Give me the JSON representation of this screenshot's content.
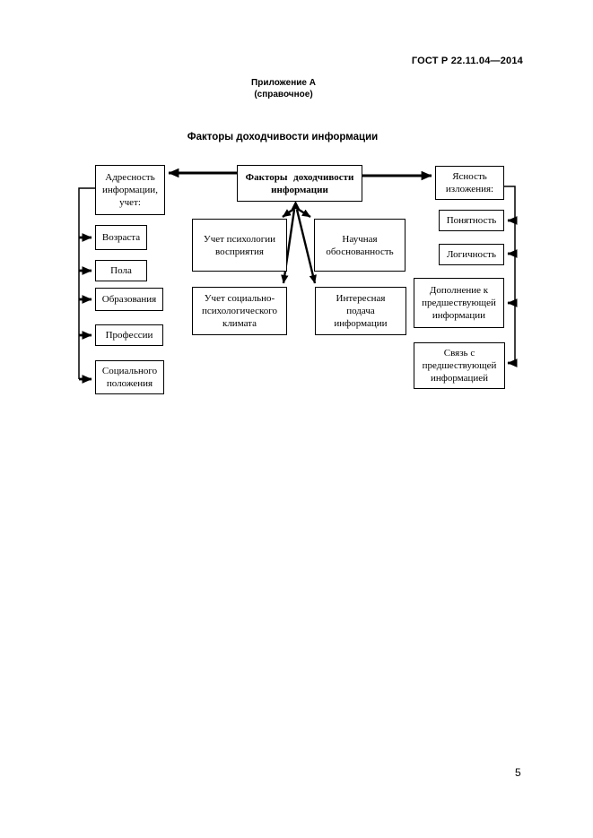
{
  "page": {
    "header": "ГОСТ Р 22.11.04—2014",
    "appendix_title": "Приложение А",
    "appendix_subtitle": "(справочное)",
    "diagram_title": "Факторы доходчивости информации",
    "page_number": "5"
  },
  "diagram": {
    "center": "Факторы доходчивости\nинформации",
    "left": {
      "header": "Адресность\nинформации,\nучет:",
      "items": [
        "Возраста",
        "Пола",
        "Образования",
        "Профессии",
        "Социального\nположения"
      ]
    },
    "middle": {
      "items": [
        "Учет психологии\nвосприятия",
        "Научная\nобоснованность",
        "Учет социально-\nпсихологического\nклимата",
        "Интересная\nподача\nинформации"
      ]
    },
    "right": {
      "header": "Ясность\nизложения:",
      "items": [
        "Понятность",
        "Логичность",
        "Дополнение к\nпредшествующей\nинформации",
        "Связь с\nпредшествующей\nинформацией"
      ]
    }
  },
  "colors": {
    "ink": "#000000",
    "paper": "#ffffff"
  }
}
